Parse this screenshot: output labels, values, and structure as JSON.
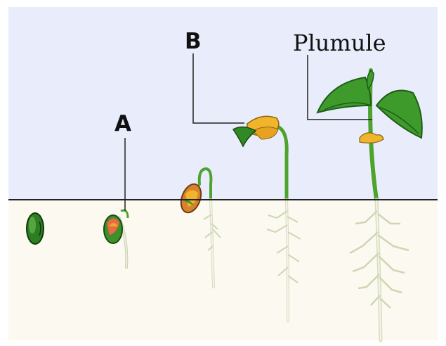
{
  "labels": {
    "a": "A",
    "b": "B",
    "plumule": "Plumule"
  },
  "colors": {
    "sky": "#e9edfb",
    "soil": "#fcf9f0",
    "soil_line": "#222222",
    "leaf": "#3f9a2c",
    "leaf_dark": "#1f5e16",
    "stem": "#4ea32e",
    "cotyledon": "#f0b52a",
    "root": "#e8ecd6",
    "seed": "#2f7d22"
  }
}
